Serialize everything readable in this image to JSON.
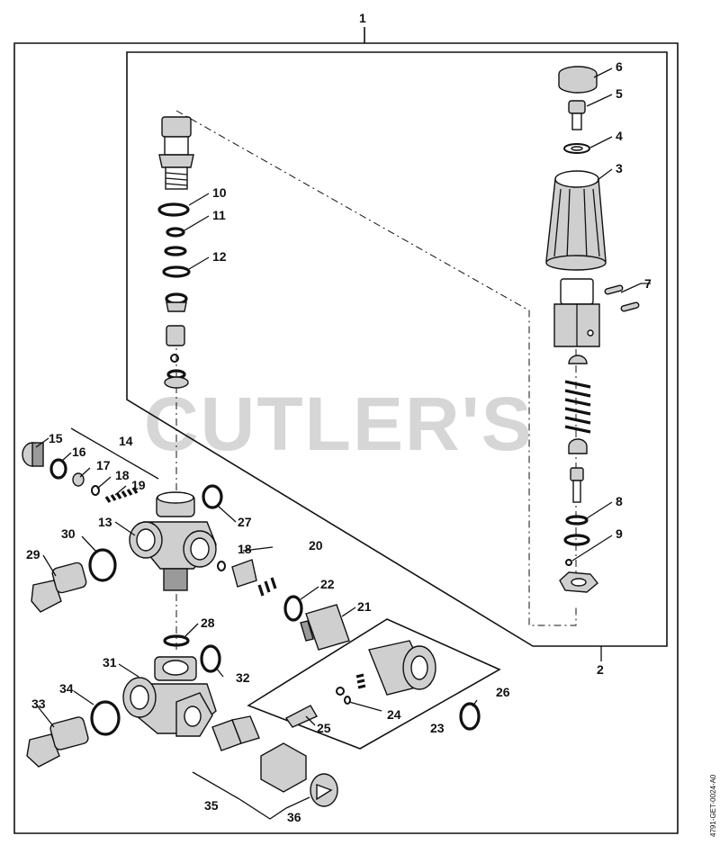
{
  "watermark": "CUTLER'S",
  "drawing_code": "4791-GET-0024-A0",
  "callouts": [
    "1",
    "2",
    "3",
    "4",
    "5",
    "6",
    "7",
    "8",
    "9",
    "10",
    "11",
    "12",
    "13",
    "14",
    "15",
    "16",
    "17",
    "18",
    "19",
    "20",
    "21",
    "22",
    "23",
    "24",
    "25",
    "26",
    "27",
    "28",
    "29",
    "30",
    "31",
    "32",
    "33",
    "34",
    "35",
    "36"
  ],
  "callout_18_second": "18",
  "icons": [
    "cap-icon",
    "screw-icon",
    "washer-icon",
    "knob-icon",
    "pin-icon",
    "valve-body-icon",
    "spring-icon",
    "plunger-icon",
    "o-ring-icon",
    "nut-icon",
    "fitting-icon",
    "plug-icon",
    "tee-body-icon",
    "banjo-bolt-icon",
    "quick-coupler-icon",
    "hose-nut-icon",
    "dust-cap-icon"
  ]
}
